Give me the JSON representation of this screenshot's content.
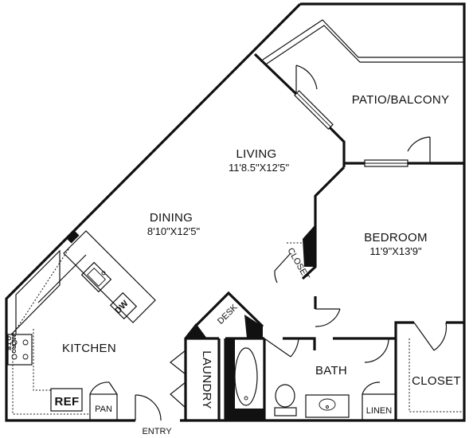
{
  "rooms": {
    "patio": {
      "name": "PATIO/BALCONY"
    },
    "living": {
      "name": "LIVING",
      "dimensions": "11'8.5\"X12'5\""
    },
    "dining": {
      "name": "DINING",
      "dimensions": "8'10\"X12'5\""
    },
    "bedroom": {
      "name": "BEDROOM",
      "dimensions": "11'9\"X13'9\""
    },
    "kitchen": {
      "name": "KITCHEN"
    },
    "laundry": {
      "name": "LAUNDRY"
    },
    "bath": {
      "name": "BATH"
    },
    "closet_walkin": {
      "name": "CLOSET"
    },
    "closet_bedroom": {
      "name": "CLOSET"
    }
  },
  "fixtures": {
    "desk": "DESK",
    "dishwasher": "DW",
    "refrigerator": "REF",
    "pantry": "PAN",
    "linen": "LINEN",
    "otr_micro_line1": "O.T.R.",
    "otr_micro_line2": "MICRO"
  },
  "entry": {
    "label": "ENTRY"
  },
  "colors": {
    "ink": "#111111",
    "paper": "#ffffff"
  }
}
